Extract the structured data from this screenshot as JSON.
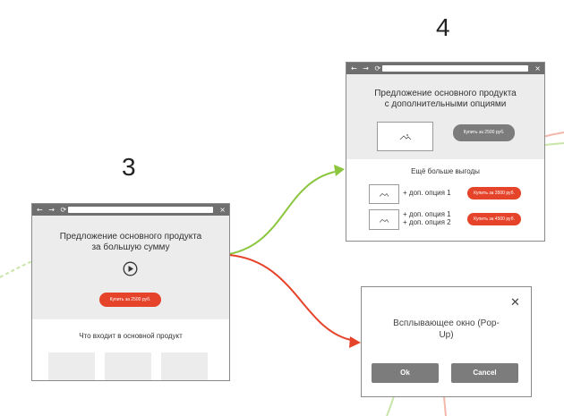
{
  "steps": {
    "three": "3",
    "four": "4"
  },
  "browser_bar": {
    "nav_glyphs": "← → ⟳",
    "close_glyph": "×"
  },
  "page3": {
    "title_line1": "Предложение основного продукта",
    "title_line2": "за большую сумму",
    "buy_button": "Купить за 2500 руб.",
    "section_title": "Что входит в основной продукт",
    "tile_count": 3
  },
  "page4": {
    "title_line1": "Предложение основного продукта",
    "title_line2": "с дополнительными опциями",
    "buy_button": "Купить за 2500 руб.",
    "section_title": "Ещё больше выгоды",
    "option1": {
      "label": "+ доп. опция 1",
      "button": "Купить за 3500 руб."
    },
    "option2": {
      "label_line1": "+ доп. опция 1",
      "label_line2": "+ доп. опция 2",
      "button": "Купить за 4500 руб."
    }
  },
  "popup": {
    "close_glyph": "✕",
    "text_line1": "Всплывающее окно (Pop-",
    "text_line2": "Up)",
    "ok_button": "Ok",
    "cancel_button": "Cancel"
  },
  "colors": {
    "green_arrow": "#8cc63f",
    "red_arrow": "#e5442a",
    "faded_green": "#c8e6a8",
    "faded_red": "#f5b7aa",
    "window_bar": "#6f6f6f",
    "hero_bg": "#ececec",
    "button_red": "#e5442a",
    "button_grey": "#7c7c7c"
  }
}
